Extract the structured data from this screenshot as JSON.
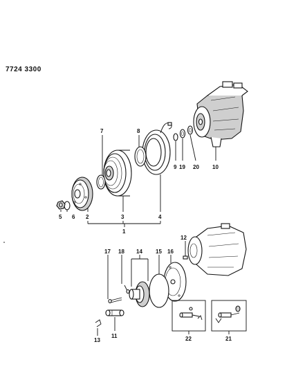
{
  "diagram": {
    "code": "7724 3300",
    "callouts": {
      "c1": "1",
      "c2": "2",
      "c3": "3",
      "c4": "4",
      "c5": "5",
      "c6": "6",
      "c7": "7",
      "c8": "8",
      "c9": "9",
      "c10": "10",
      "c11": "11",
      "c12": "12",
      "c13": "13",
      "c14": "14",
      "c15": "15",
      "c16": "16",
      "c17": "17",
      "c18": "18",
      "c19": "19",
      "c20": "20",
      "c21": "21",
      "c22": "22"
    }
  }
}
